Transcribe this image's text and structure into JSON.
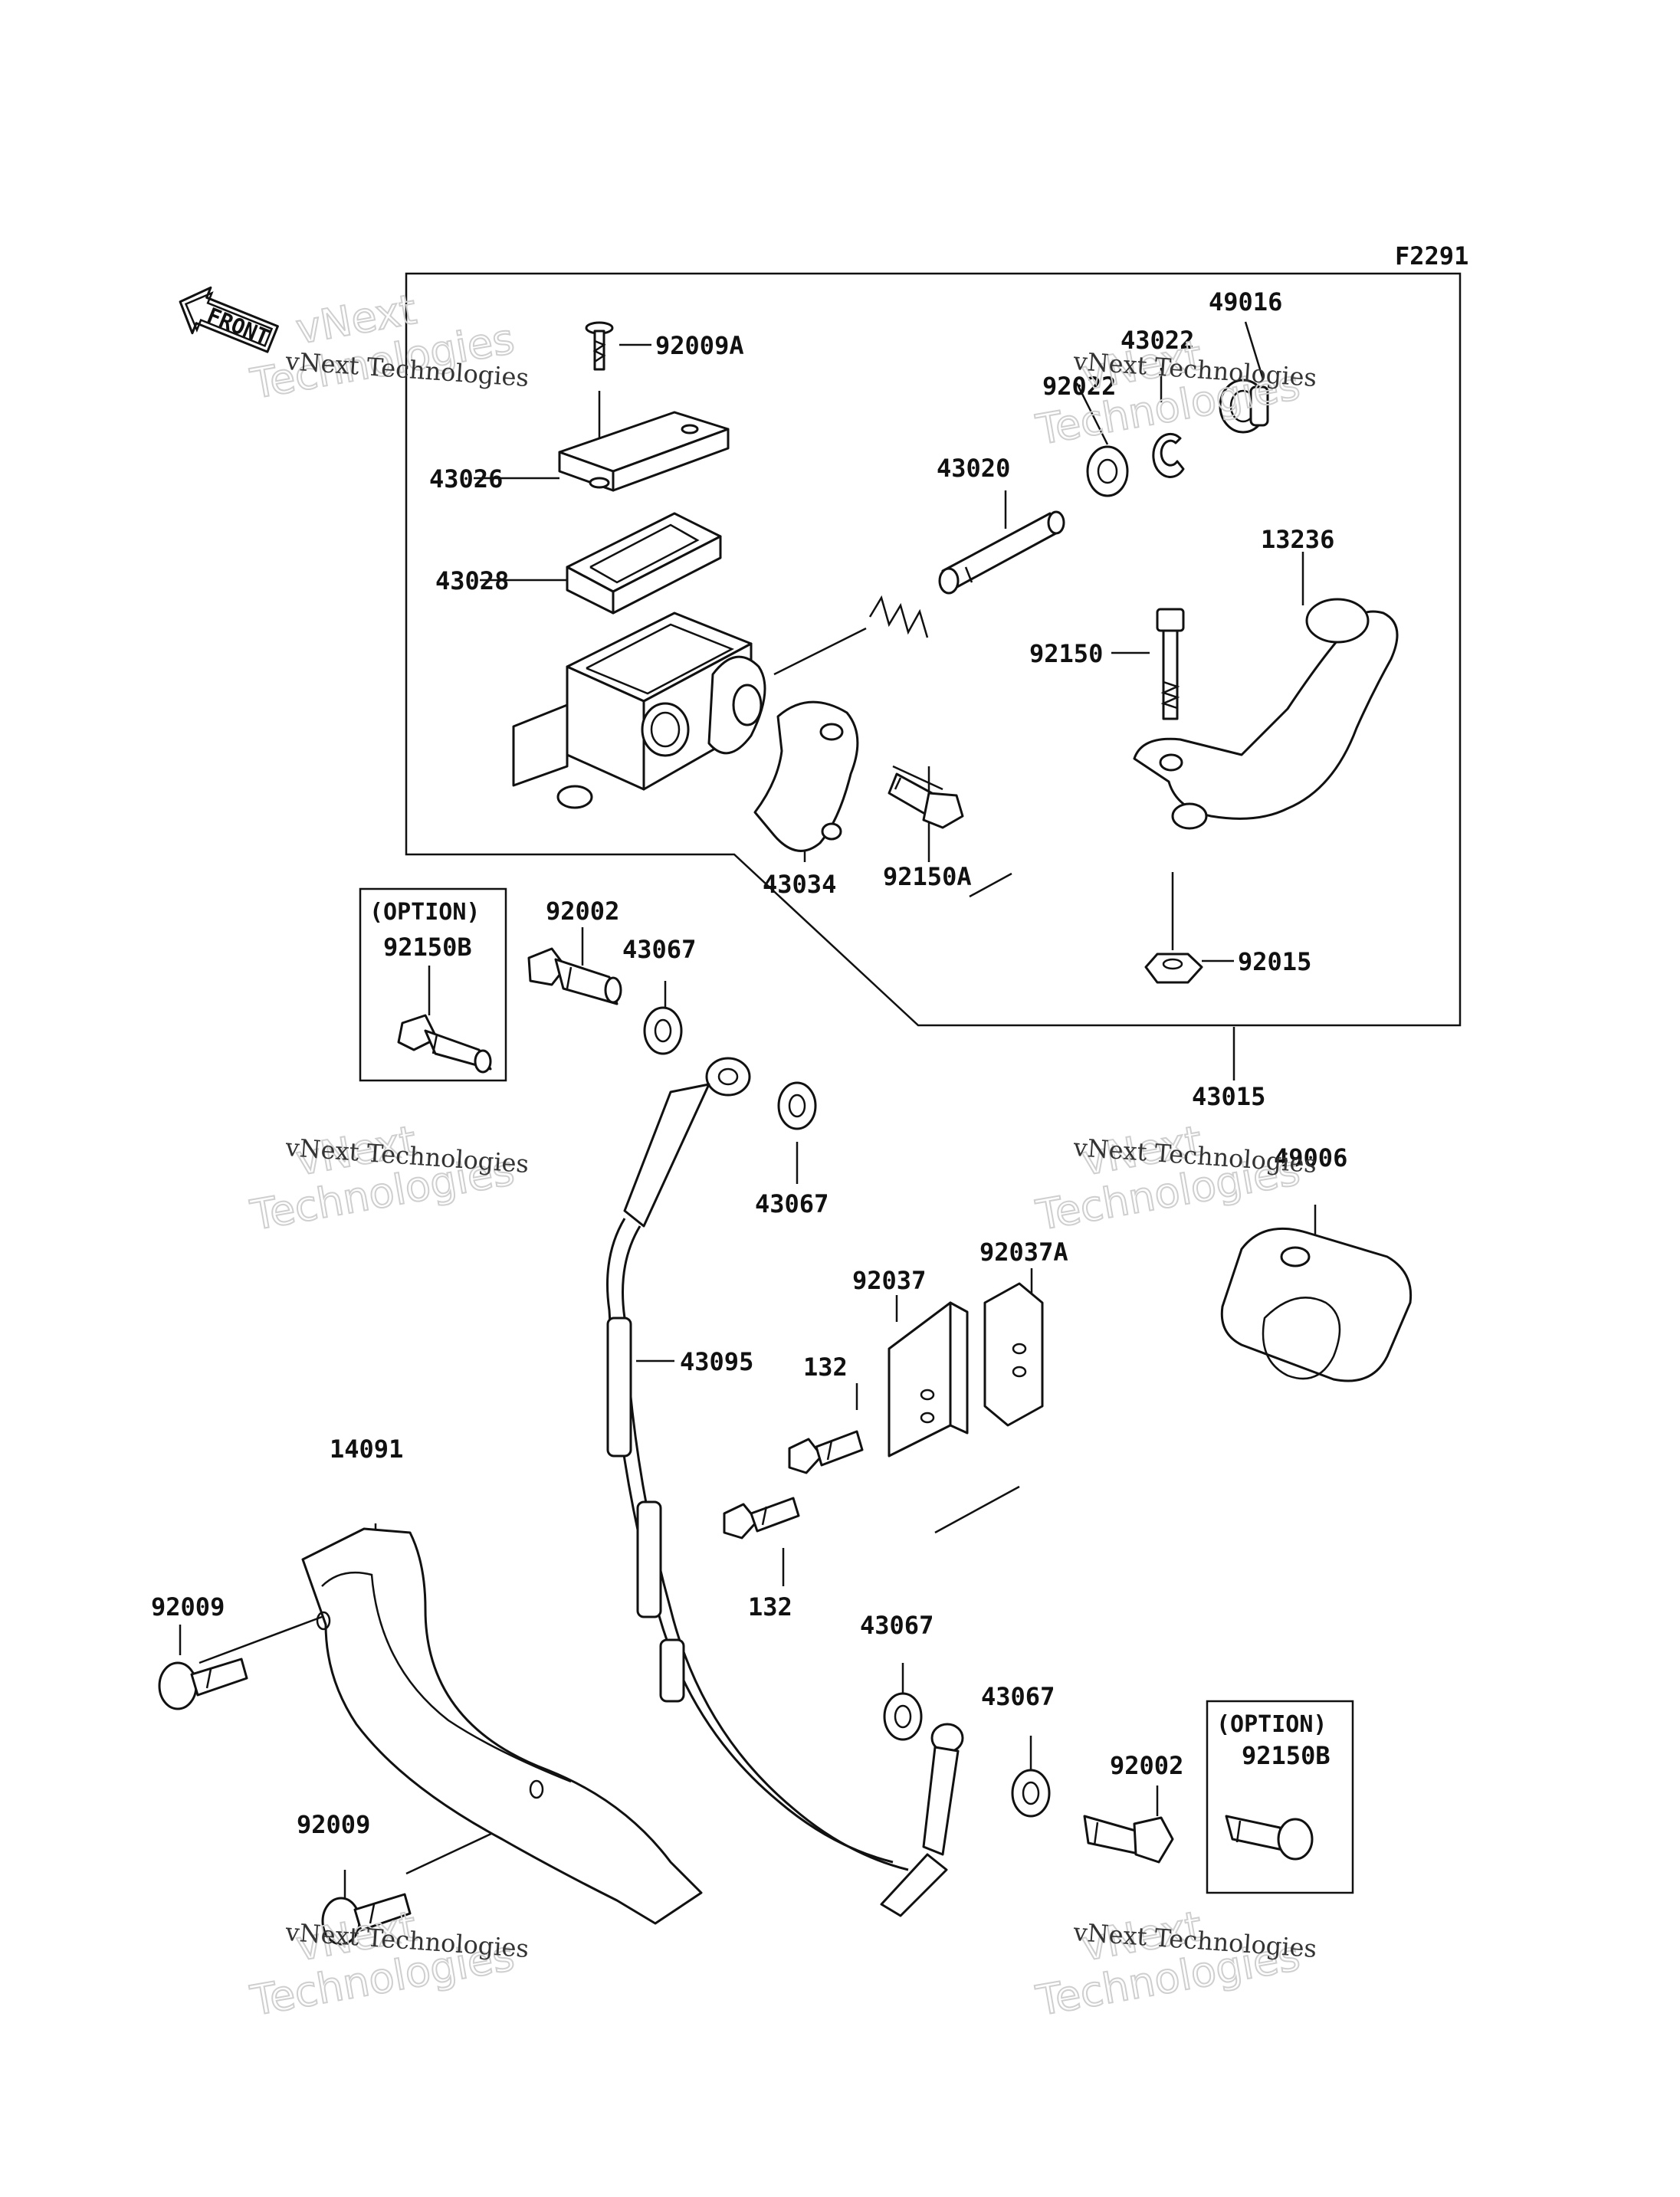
{
  "diagram": {
    "figure_code": "F2291",
    "front_label": "FRONT",
    "option_label": "(OPTION)",
    "watermark": {
      "line1": "vNext",
      "line2": "Technologies",
      "caption": "vNext Technologies"
    },
    "part_numbers": {
      "p92009A": "92009A",
      "p43026": "43026",
      "p43028": "43028",
      "p43020": "43020",
      "p92022": "92022",
      "p43022": "43022",
      "p49016": "49016",
      "p13236": "13236",
      "p92150": "92150",
      "p43034": "43034",
      "p92150A": "92150A",
      "p92015": "92015",
      "p43015": "43015",
      "p92150B_top": "92150B",
      "p92002_top": "92002",
      "p43067_a": "43067",
      "p43067_b": "43067",
      "p43095": "43095",
      "p49006": "49006",
      "p92037": "92037",
      "p92037A": "92037A",
      "p132_a": "132",
      "p132_b": "132",
      "p14091": "14091",
      "p92009_a": "92009",
      "p92009_b": "92009",
      "p43067_c": "43067",
      "p43067_d": "43067",
      "p92002_bottom": "92002",
      "p92150B_bottom": "92150B"
    }
  }
}
